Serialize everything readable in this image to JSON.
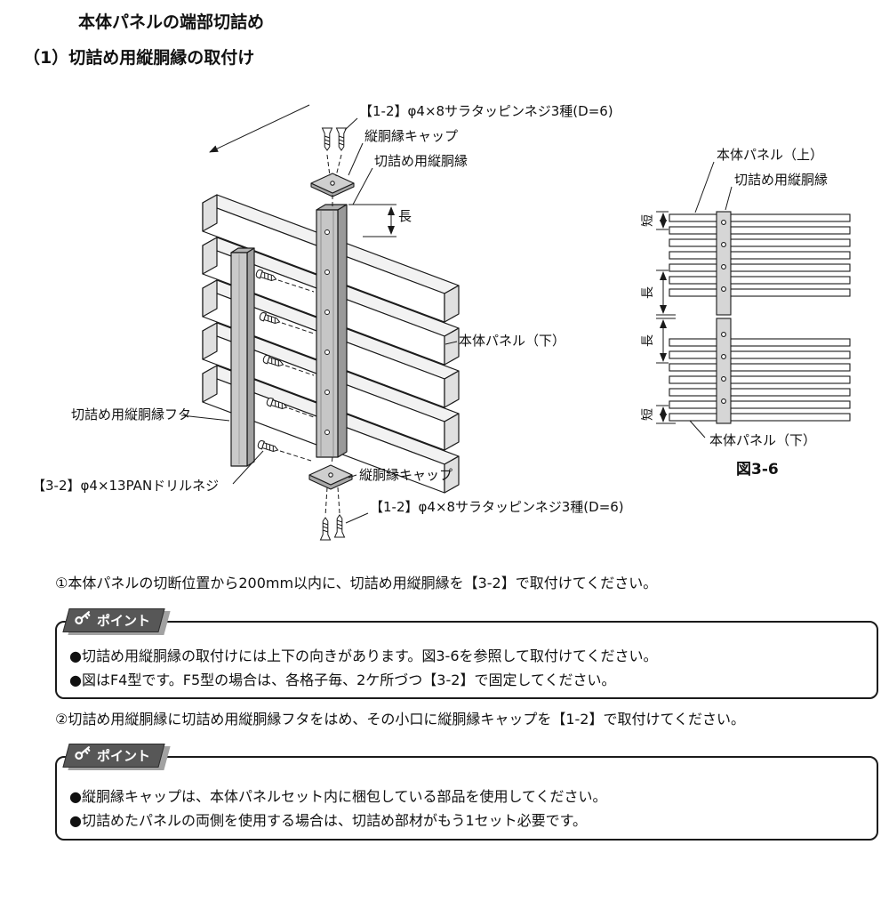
{
  "page": {
    "title": "本体パネルの端部切詰め",
    "subtitle": "（1）切詰め用縦胴縁の取付け"
  },
  "main_diagram": {
    "labels": {
      "screw_top": "【1-2】φ4×8サラタッピンネジ3種(D=6)",
      "cap_top": "縦胴縁キャップ",
      "vertical_furring": "切詰め用縦胴縁",
      "dim_long": "長",
      "panel_lower": "本体パネル（下）",
      "furring_cover": "切詰め用縦胴縁フタ",
      "drill_screw": "【3-2】φ4×13PANドリルネジ",
      "cap_bottom": "縦胴縁キャップ",
      "screw_bottom": "【1-2】φ4×8サラタッピンネジ3種(D=6)"
    }
  },
  "figure_3_6": {
    "labels": {
      "panel_upper": "本体パネル（上）",
      "vertical_furring": "切詰め用縦胴縁",
      "dim_short_1": "短",
      "dim_long_1": "長",
      "dim_long_2": "長",
      "dim_short_2": "短",
      "panel_lower": "本体パネル（下）"
    },
    "caption": "図3-6"
  },
  "instructions": {
    "step1": "①本体パネルの切断位置から200mm以内に、切詰め用縦胴縁を【3-2】で取付けてください。",
    "step2": "②切詰め用縦胴縁に切詰め用縦胴縁フタをはめ、その小口に縦胴縁キャップを【1-2】で取付けてください。"
  },
  "point_box_1": {
    "label": "ポイント",
    "items": [
      "●切詰め用縦胴縁の取付けには上下の向きがあります。図3-6を参照して取付けてください。",
      "●図はF4型です。F5型の場合は、各格子毎、2ケ所づつ【3-2】で固定してください。"
    ]
  },
  "point_box_2": {
    "label": "ポイント",
    "items": [
      "●縦胴縁キャップは、本体パネルセット内に梱包している部品を使用してください。",
      "●切詰めたパネルの両側を使用する場合は、切詰め部材がもう1セット必要です。"
    ]
  },
  "colors": {
    "line": "#1a1a1a",
    "member_fill": "#c6c6c6",
    "badge_bg": "#575757",
    "badge_text": "#ffffff"
  }
}
